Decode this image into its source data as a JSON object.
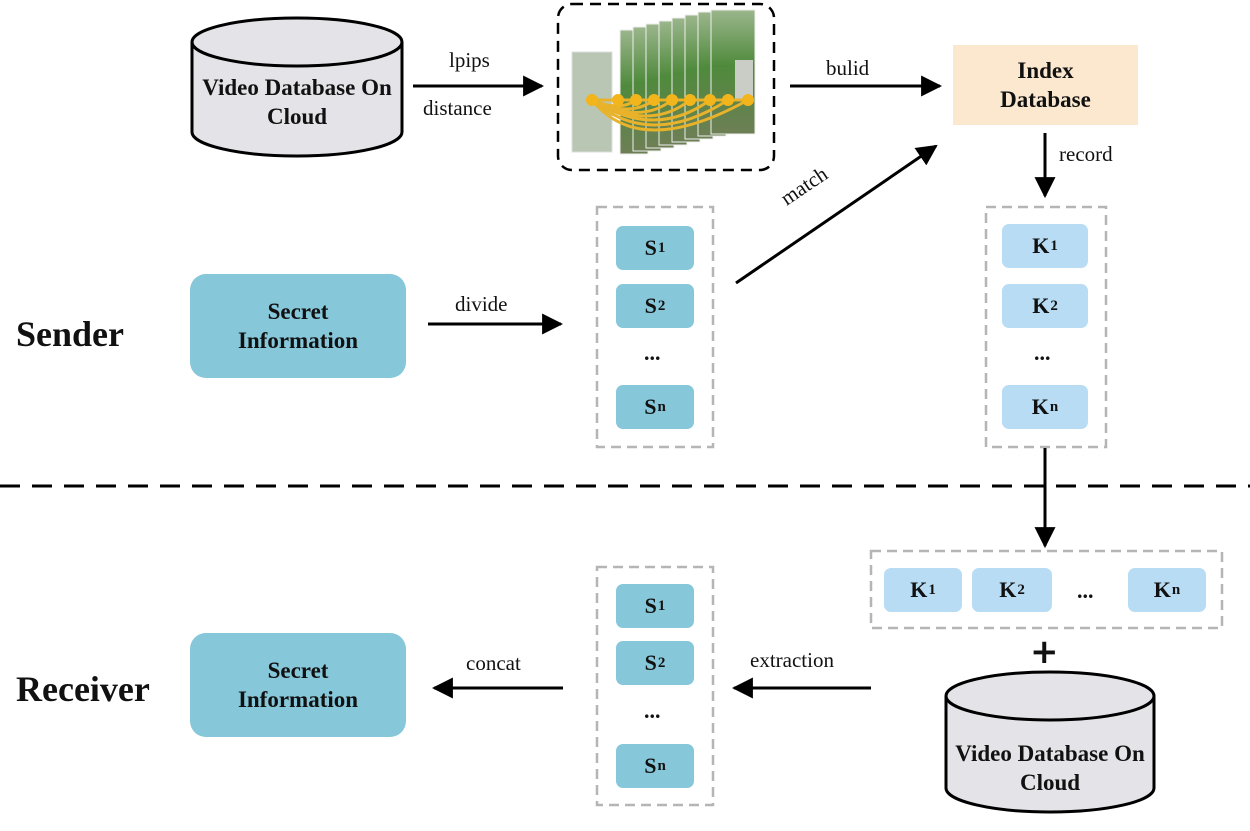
{
  "roles": {
    "sender": "Sender",
    "receiver": "Receiver"
  },
  "nodes": {
    "video_db_top": "Video Database On Cloud",
    "video_db_bottom": "Video Database On Cloud",
    "index_db": "Index Database",
    "secret_sender": "Secret Information",
    "secret_receiver": "Secret Information"
  },
  "edges": {
    "lpips": "lpips",
    "distance": "distance",
    "build": "bulid",
    "record": "record",
    "match": "match",
    "divide": "divide",
    "concat": "concat",
    "extraction": "extraction",
    "plus": "+"
  },
  "sender_segments": {
    "s1": {
      "base": "S",
      "sub": "1"
    },
    "s2": {
      "base": "S",
      "sub": "2"
    },
    "dots": "...",
    "sn": {
      "base": "S",
      "sub": "n"
    }
  },
  "sender_keys": {
    "k1": {
      "base": "K",
      "sub": "1"
    },
    "k2": {
      "base": "K",
      "sub": "2"
    },
    "dots": "...",
    "kn": {
      "base": "K",
      "sub": "n"
    }
  },
  "receiver_keys": {
    "k1": {
      "base": "K",
      "sub": "1"
    },
    "k2": {
      "base": "K",
      "sub": "2"
    },
    "dots": "...",
    "kn": {
      "base": "K",
      "sub": "n"
    }
  },
  "receiver_segments": {
    "s1": {
      "base": "S",
      "sub": "1"
    },
    "s2": {
      "base": "S",
      "sub": "2"
    },
    "dots": "...",
    "sn": {
      "base": "S",
      "sub": "n"
    }
  },
  "colors": {
    "secret_fill": "#86c7da",
    "segment_fill": "#86c7da",
    "key_fill": "#b7dcf3",
    "index_fill": "#fbe8cf",
    "cylinder_fill": "#e4e3e8",
    "dashed_group": "#b5b5b5"
  },
  "icons": {
    "video_frames": "video-frame-stack-icon"
  }
}
